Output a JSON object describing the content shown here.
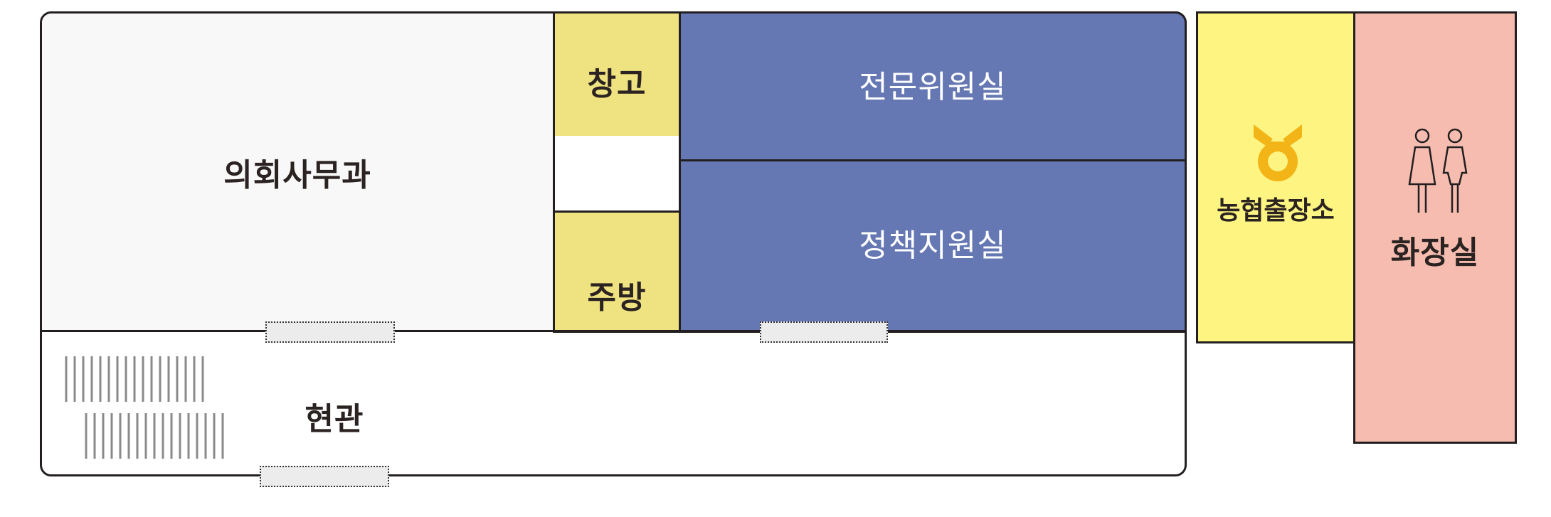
{
  "colors": {
    "office": "#f8f8f8",
    "storage": "#efe281",
    "committee": "#6678b3",
    "nonghyup": "#fdf481",
    "restroom": "#f5bcaf",
    "outline": "#231f20",
    "emblem": "#f2b416"
  },
  "rooms": {
    "council_office": {
      "label": "의회사무과"
    },
    "storage": {
      "label": "창고"
    },
    "kitchen": {
      "label": "주방"
    },
    "expert_committee": {
      "label": "전문위원실"
    },
    "policy_support": {
      "label": "정책지원실"
    },
    "entrance": {
      "label": "현관"
    },
    "nonghyup_branch": {
      "label": "농협출장소",
      "icon": "nonghyup-emblem-icon"
    },
    "restroom": {
      "label": "화장실",
      "icon": "restroom-people-icon"
    }
  }
}
